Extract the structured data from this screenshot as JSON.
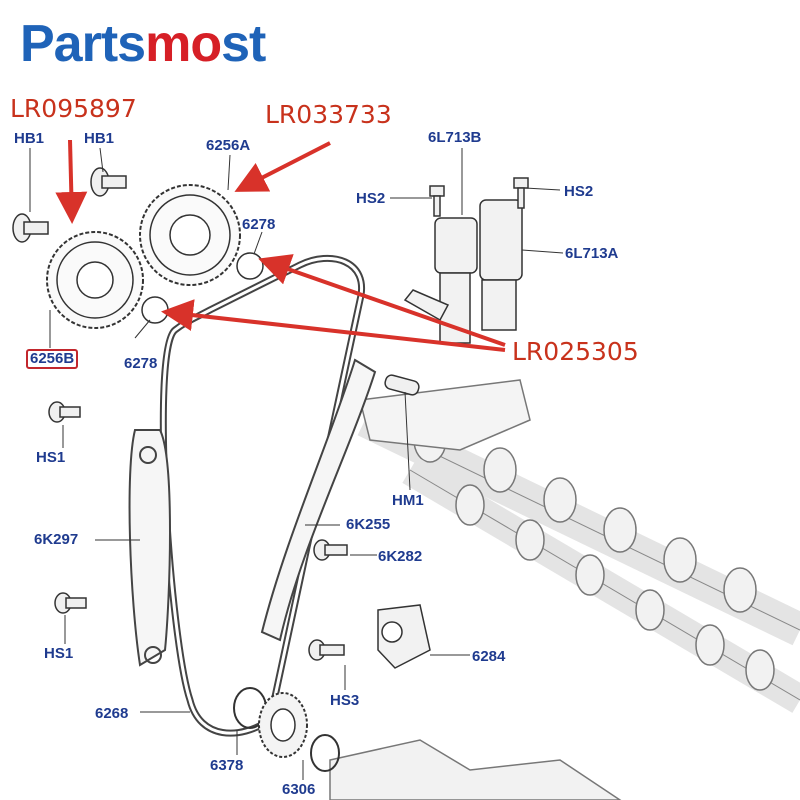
{
  "brand": {
    "part1": "Parts",
    "part2": "mo",
    "part3": "st"
  },
  "references": [
    "LR095897",
    "LR033733",
    "LR025305"
  ],
  "labels": {
    "hb1_left": "HB1",
    "hb1_right": "HB1",
    "p6256a": "6256A",
    "p6256b": "6256B",
    "p6278_top": "6278",
    "p6278_bottom": "6278",
    "p6l713b": "6L713B",
    "p6l713a": "6L713A",
    "hs2_left": "HS2",
    "hs2_right": "HS2",
    "hs1_top": "HS1",
    "hs1_bottom": "HS1",
    "hm1": "HM1",
    "p6k297": "6K297",
    "p6k255": "6K255",
    "p6k282": "6K282",
    "p6284": "6284",
    "hs3": "HS3",
    "p6268": "6268",
    "p6378": "6378",
    "p6306": "6306"
  },
  "colors": {
    "brand_blue": "#1f63b8",
    "brand_red": "#d61f26",
    "reference_red": "#c8321c",
    "label_blue": "#1f3b8f",
    "line": "#333333"
  }
}
